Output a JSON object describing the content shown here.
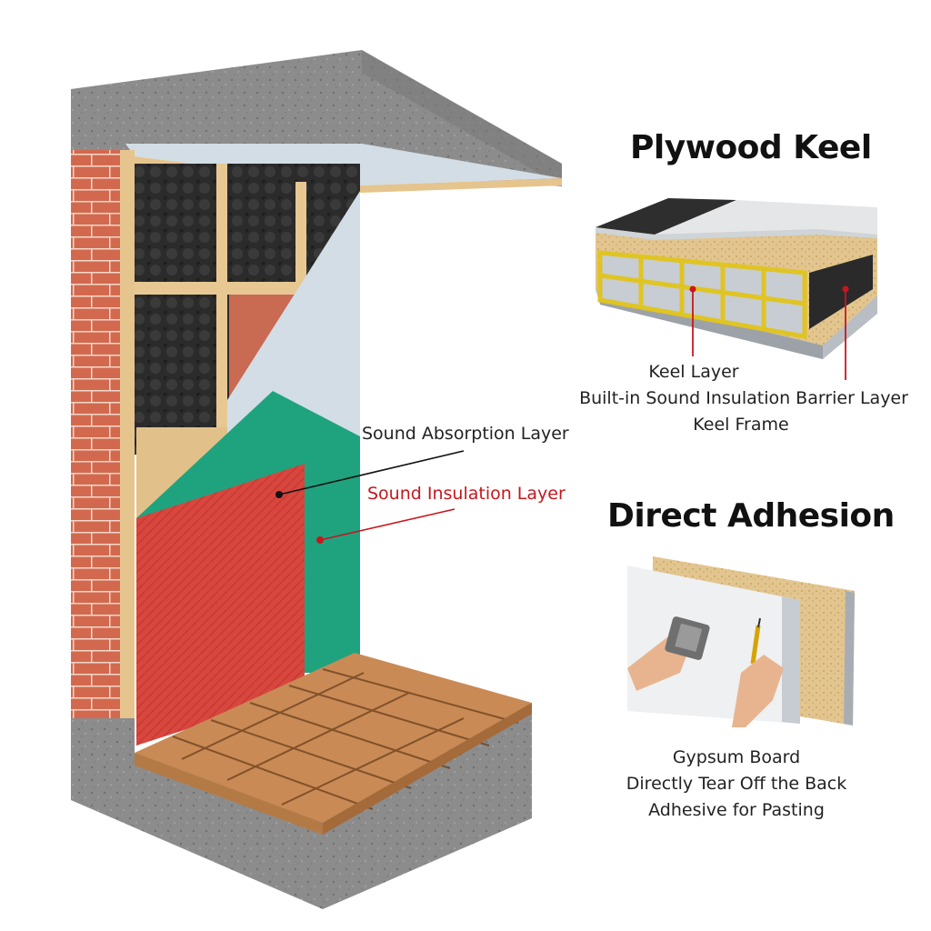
{
  "cross_section": {
    "callouts": {
      "sound_absorption_layer": "Sound Absorption Layer",
      "sound_insulation_layer": "Sound Insulation Layer"
    },
    "colors": {
      "concrete": "#8c8c8c",
      "brick": "#d2694e",
      "absorption_foam": "#2a2a2a",
      "insulation_red": "#d8463e",
      "membrane_green": "#1fa37e",
      "board_blue": "#d3dde6",
      "timber": "#e6c48d",
      "callout_red": "#c8161d"
    }
  },
  "plywood_keel": {
    "title": "Plywood Keel",
    "labels": {
      "keel_layer": "Keel Layer",
      "barrier_layer": "Built-in Sound Insulation Barrier Layer",
      "keel_frame": "Keel Frame"
    }
  },
  "direct_adhesion": {
    "title": "Direct Adhesion",
    "labels": {
      "line1": "Gypsum Board",
      "line2": "Directly Tear Off the Back",
      "line3": "Adhesive for Pasting"
    }
  }
}
